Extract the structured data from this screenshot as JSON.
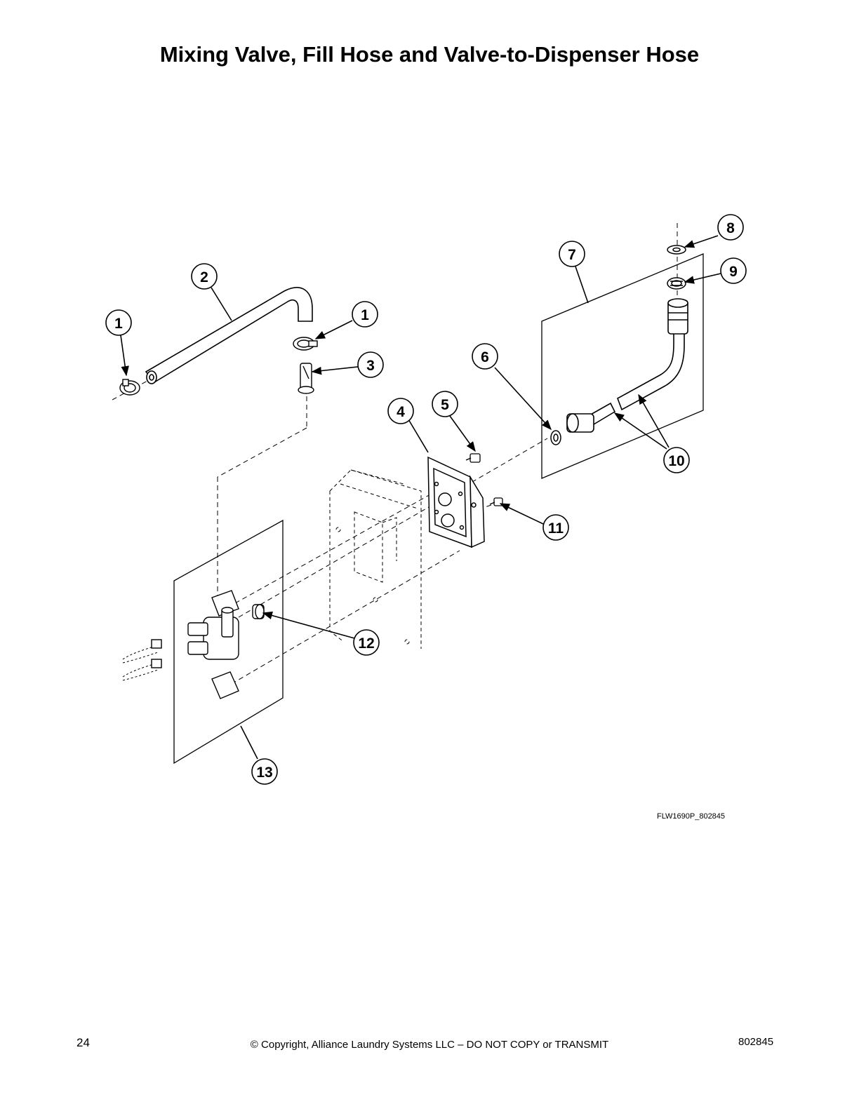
{
  "title": "Mixing Valve, Fill Hose and Valve-to-Dispenser Hose",
  "callouts": [
    {
      "id": "callout-1-left",
      "label": "1"
    },
    {
      "id": "callout-2",
      "label": "2"
    },
    {
      "id": "callout-1-right",
      "label": "1"
    },
    {
      "id": "callout-3",
      "label": "3"
    },
    {
      "id": "callout-4",
      "label": "4"
    },
    {
      "id": "callout-5",
      "label": "5"
    },
    {
      "id": "callout-6",
      "label": "6"
    },
    {
      "id": "callout-7",
      "label": "7"
    },
    {
      "id": "callout-8",
      "label": "8"
    },
    {
      "id": "callout-9",
      "label": "9"
    },
    {
      "id": "callout-10",
      "label": "10"
    },
    {
      "id": "callout-11",
      "label": "11"
    },
    {
      "id": "callout-12",
      "label": "12"
    },
    {
      "id": "callout-13",
      "label": "13"
    }
  ],
  "drawing_id": "FLW1690P_802845",
  "footer": {
    "page_number": "24",
    "copyright": "© Copyright, Alliance Laundry Systems LLC – DO NOT COPY or TRANSMIT",
    "document_number": "802845"
  }
}
